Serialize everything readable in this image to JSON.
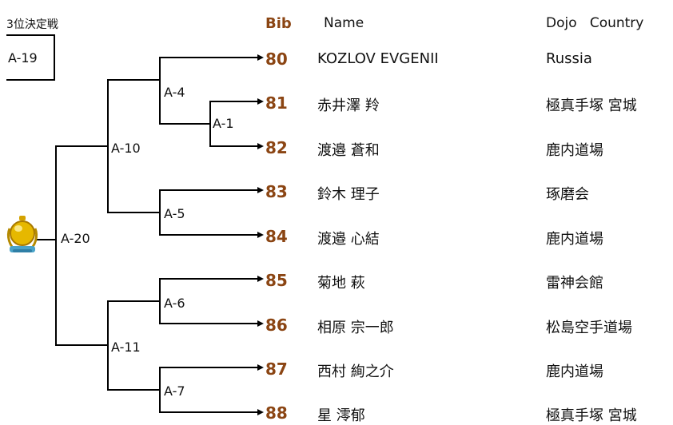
{
  "header": {
    "third_place_label": "3位決定戦",
    "bib": "Bib",
    "name": "Name",
    "dojo_country": "Dojo   Country"
  },
  "competitors": [
    {
      "bib": "80",
      "name": "KOZLOV EVGENII",
      "dojo": "Russia"
    },
    {
      "bib": "81",
      "name": "赤井澤 羚",
      "dojo": "極真手塚 宮城"
    },
    {
      "bib": "82",
      "name": "渡邉 蒼和",
      "dojo": "鹿内道場"
    },
    {
      "bib": "83",
      "name": "鈴木 理子",
      "dojo": "琢磨会"
    },
    {
      "bib": "84",
      "name": "渡邉 心結",
      "dojo": "鹿内道場"
    },
    {
      "bib": "85",
      "name": "菊地 萩",
      "dojo": "雷神会館"
    },
    {
      "bib": "86",
      "name": "相原 宗一郎",
      "dojo": "松島空手道場"
    },
    {
      "bib": "87",
      "name": "西村 絢之介",
      "dojo": "鹿内道場"
    },
    {
      "bib": "88",
      "name": "星 澪郁",
      "dojo": "極真手塚 宮城"
    }
  ],
  "matches": {
    "a1": "A-1",
    "a4": "A-4",
    "a5": "A-5",
    "a6": "A-6",
    "a7": "A-7",
    "a10": "A-10",
    "a11": "A-11",
    "a19": "A-19",
    "a20": "A-20"
  },
  "colors": {
    "bib": "#8b4513",
    "line": "#000000",
    "trophy_gold": "#e6b800",
    "trophy_blue": "#4aa3c8"
  },
  "icons": {
    "trophy": "gold-medal-trophy-icon"
  }
}
